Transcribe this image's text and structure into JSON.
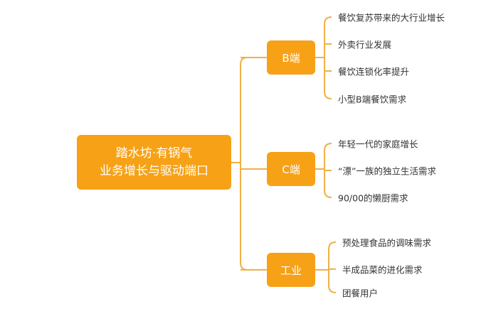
{
  "colors": {
    "node": "#F7A116",
    "line": "#F0B047",
    "text": "#333333"
  },
  "root": {
    "line1": "踏水坊·有锅气",
    "line2": "业务增长与驱动端口"
  },
  "branches": [
    {
      "label": "B端",
      "leaves": [
        "餐饮复苏带来的大行业增长",
        "外卖行业发展",
        "餐饮连锁化率提升",
        "小型B端餐饮需求"
      ]
    },
    {
      "label": "C端",
      "leaves": [
        "年轻一代的家庭增长",
        "“漂”一族的独立生活需求",
        "90/00的懒厨需求"
      ]
    },
    {
      "label": "工业",
      "leaves": [
        "预处理食品的调味需求",
        "半成品菜的进化需求",
        "团餐用户"
      ]
    }
  ]
}
